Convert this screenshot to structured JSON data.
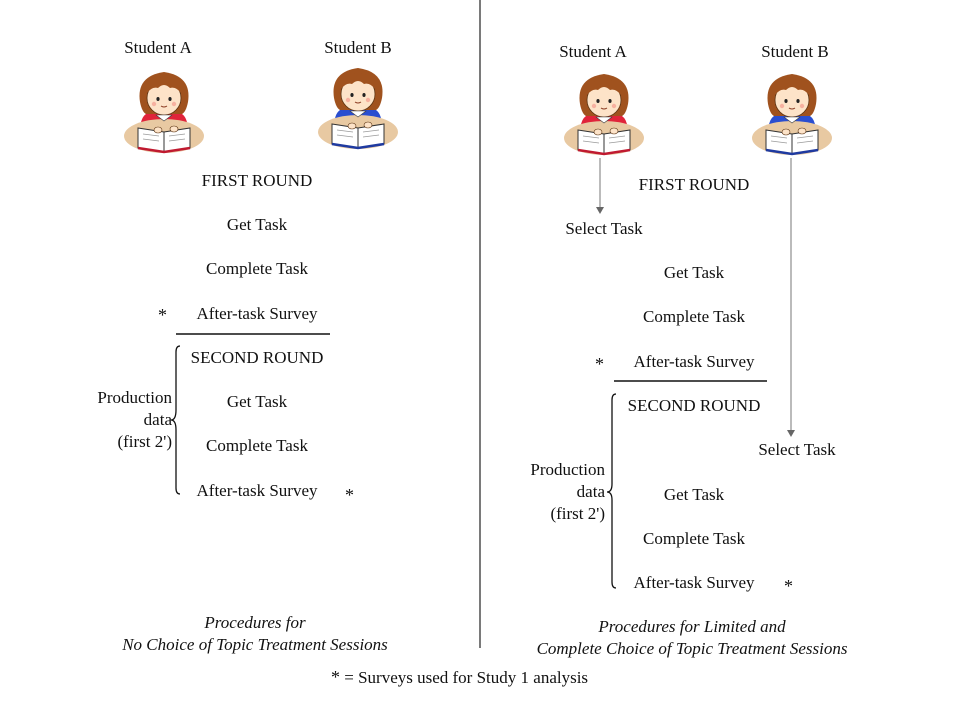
{
  "left": {
    "student_a": "Student A",
    "student_b": "Student B",
    "first_round": "FIRST ROUND",
    "get_task_1": "Get Task",
    "complete_task_1": "Complete Task",
    "survey_1": "After-task Survey",
    "second_round": "SECOND ROUND",
    "get_task_2": "Get Task",
    "complete_task_2": "Complete Task",
    "survey_2": "After-task Survey",
    "production_label": [
      "Production",
      "data",
      "(first 2')"
    ],
    "caption": [
      "Procedures for",
      "No Choice of Topic Treatment Sessions"
    ]
  },
  "right": {
    "student_a": "Student A",
    "student_b": "Student B",
    "first_round": "FIRST ROUND",
    "select_task_a": "Select Task",
    "get_task_1": "Get Task",
    "complete_task_1": "Complete Task",
    "survey_1": "After-task Survey",
    "second_round": "SECOND ROUND",
    "select_task_b": "Select Task",
    "get_task_2": "Get Task",
    "complete_task_2": "Complete Task",
    "survey_2": "After-task Survey",
    "production_label": [
      "Production",
      "data",
      "(first 2')"
    ],
    "caption": [
      "Procedures for Limited and",
      "Complete Choice of Topic Treatment Sessions"
    ]
  },
  "star_symbol": "*",
  "footnote": "= Surveys used for Study 1 analysis",
  "colors": {
    "student_a_shirt": "#e0243a",
    "student_b_shirt": "#2a4ed0",
    "hair": "#a0521e",
    "desk": "#e8c9a2"
  }
}
